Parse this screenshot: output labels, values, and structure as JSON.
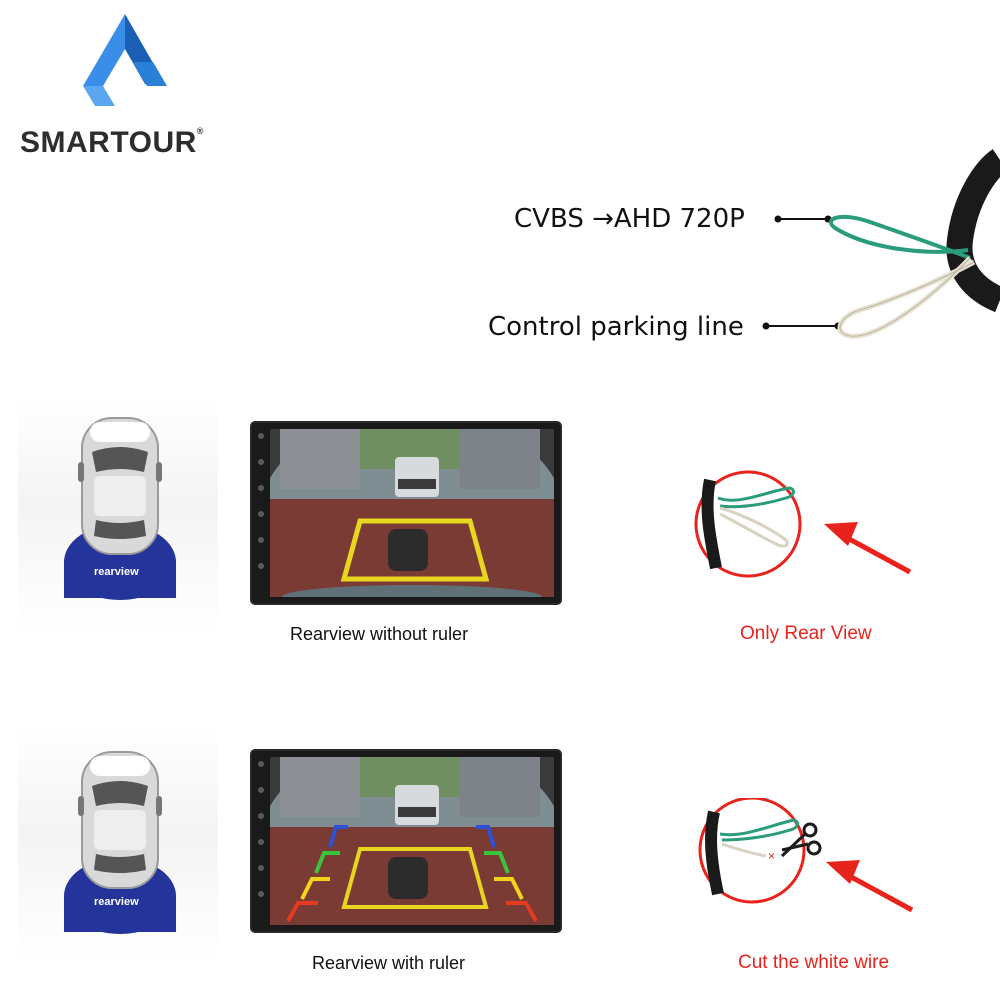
{
  "brand": {
    "name": "SMARTOUR",
    "trademark": "®"
  },
  "wires": {
    "green_label": "CVBS →AHD 720P",
    "white_label": "Control parking line"
  },
  "rows": [
    {
      "badge": "rearview",
      "caption": "Rearview without ruler",
      "result": "Only Rear View"
    },
    {
      "badge": "rearview",
      "caption": "Rearview with ruler",
      "result": "Cut the white wire"
    }
  ],
  "colors": {
    "accent_red": "#e8231c",
    "wire_green": "#2a9b7b",
    "logo_blue": "#2a7fd8",
    "badge_blue": "#1e2f8f"
  }
}
